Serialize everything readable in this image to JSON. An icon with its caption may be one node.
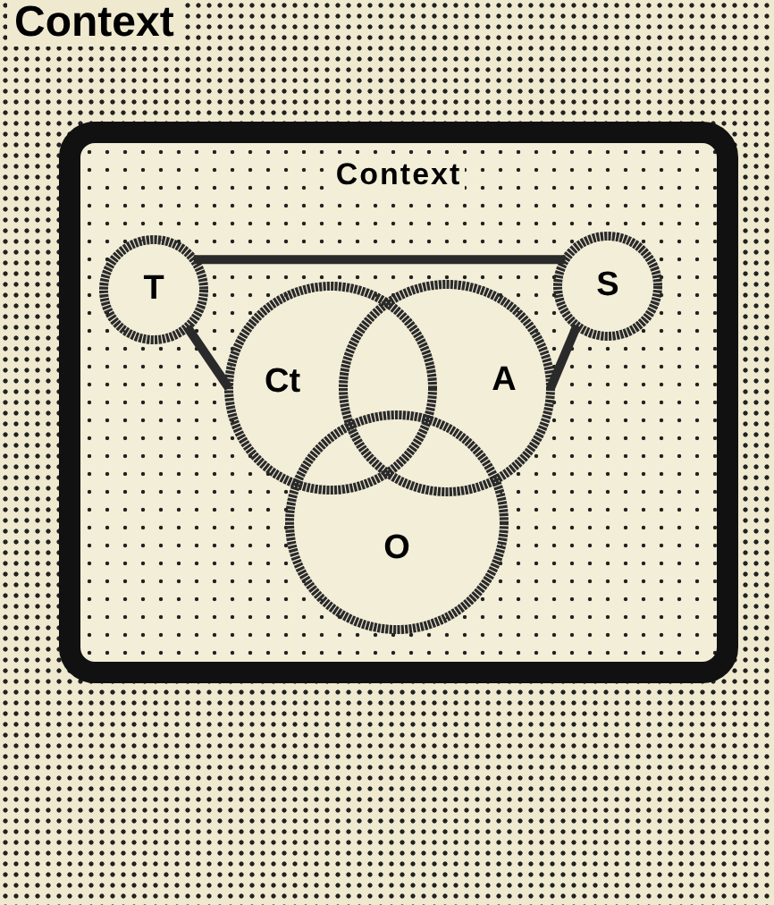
{
  "diagram": {
    "title": "Context",
    "nodes": [
      {
        "text": [
          "Context"
        ]
      },
      {
        "text": [
          "T"
        ],
        "in": 0
      },
      {
        "text": [
          "S"
        ],
        "in": 0
      },
      {
        "text": [
          "Ct"
        ],
        "in": 0
      },
      {
        "text": [
          "A"
        ],
        "in": 0
      },
      {
        "text": [
          "O"
        ],
        "in": 0
      }
    ],
    "edges": [
      {
        "from": 1,
        "to": 2,
        "arrow": "none"
      },
      {
        "from": 1,
        "to": 3,
        "arrow": "none"
      },
      {
        "from": 2,
        "to": 4,
        "arrow": "none"
      }
    ]
  }
}
